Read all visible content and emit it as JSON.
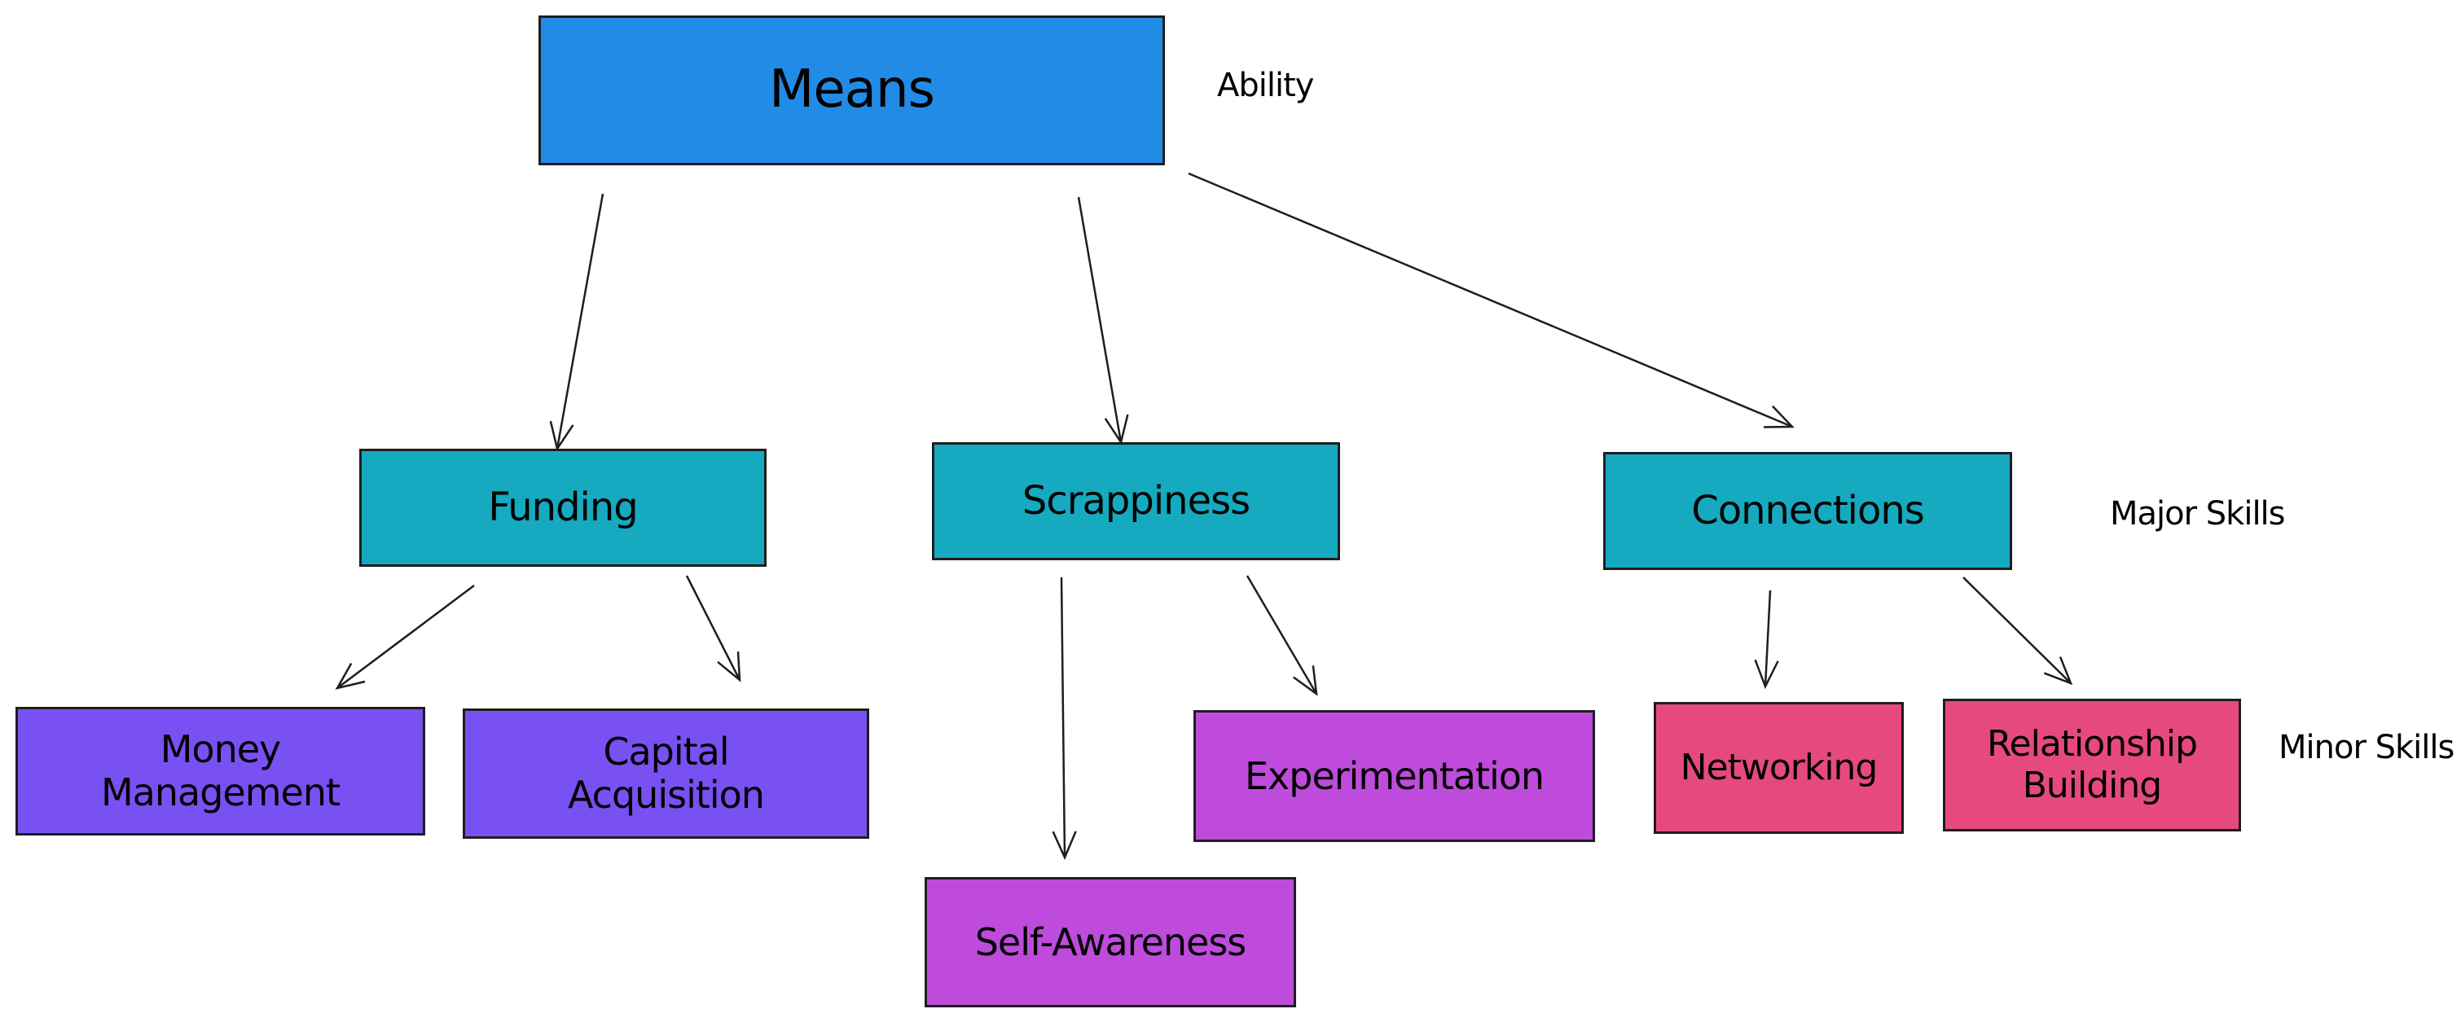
{
  "colors": {
    "ability": "#228be6",
    "major": "#15aabf",
    "minor_funding": "#7950f2",
    "minor_scrappiness": "#be4bdb",
    "minor_connections": "#e64980",
    "stroke": "#1e1e1e"
  },
  "nodes": {
    "means": "Means",
    "funding": "Funding",
    "scrappiness": "Scrappiness",
    "connections": "Connections",
    "money_management": "Money\nManagement",
    "capital_acquisition": "Capital\nAcquisition",
    "self_awareness": "Self-Awareness",
    "experimentation": "Experimentation",
    "networking": "Networking",
    "relationship_building": "Relationship\nBuilding"
  },
  "level_labels": {
    "ability": "Ability",
    "major_skills": "Major Skills",
    "minor_skills": "Minor Skills"
  },
  "edges": [
    {
      "from": "means",
      "to": "funding"
    },
    {
      "from": "means",
      "to": "scrappiness"
    },
    {
      "from": "means",
      "to": "connections"
    },
    {
      "from": "funding",
      "to": "money_management"
    },
    {
      "from": "funding",
      "to": "capital_acquisition"
    },
    {
      "from": "scrappiness",
      "to": "self_awareness"
    },
    {
      "from": "scrappiness",
      "to": "experimentation"
    },
    {
      "from": "connections",
      "to": "networking"
    },
    {
      "from": "connections",
      "to": "relationship_building"
    }
  ]
}
